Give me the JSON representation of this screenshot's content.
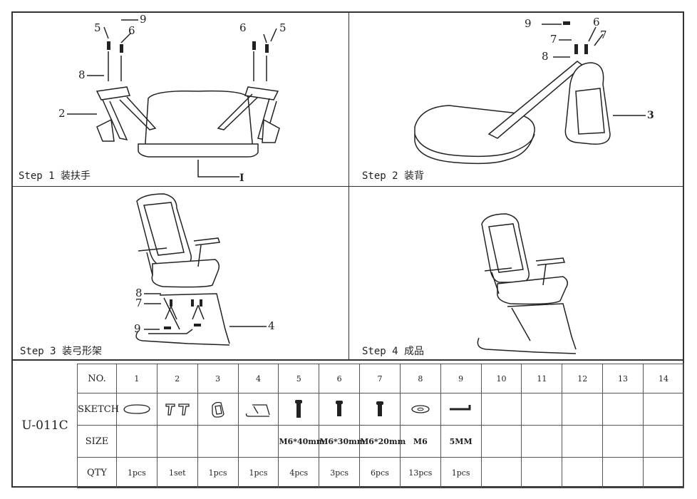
{
  "steps": [
    {
      "label": "Step 1  装扶手"
    },
    {
      "label": "Step 2 装背"
    },
    {
      "label": "Step 3 装弓形架"
    },
    {
      "label": "Step 4 成品"
    }
  ],
  "callouts": {
    "step1": [
      "9",
      "5",
      "6",
      "8",
      "2",
      "6",
      "5",
      "I"
    ],
    "step2": [
      "9",
      "6",
      "7",
      "7",
      "8",
      "3"
    ],
    "step3": [
      "8",
      "7",
      "9",
      "4"
    ]
  },
  "model": "U-011C",
  "table": {
    "row_headers": [
      "NO.",
      "SKETCH",
      "SIZE",
      "QTY"
    ],
    "numbers": [
      "1",
      "2",
      "3",
      "4",
      "5",
      "6",
      "7",
      "8",
      "9",
      "10",
      "11",
      "12",
      "13",
      "14"
    ],
    "sizes": [
      "",
      "",
      "",
      "",
      "M6*40mm",
      "M6*30mm",
      "M6*20mm",
      "M6",
      "5MM",
      "",
      "",
      "",
      "",
      ""
    ],
    "qty": [
      "1pcs",
      "1set",
      "1pcs",
      "1pcs",
      "4pcs",
      "3pcs",
      "6pcs",
      "13pcs",
      "1pcs",
      "",
      "",
      "",
      "",
      ""
    ],
    "sketches": [
      "seat-icon",
      "armrest-icon",
      "backrest-icon",
      "sled-base-icon",
      "bolt-long-icon",
      "bolt-medium-icon",
      "bolt-short-icon",
      "washer-icon",
      "hex-key-icon",
      "",
      "",
      "",
      "",
      ""
    ]
  }
}
